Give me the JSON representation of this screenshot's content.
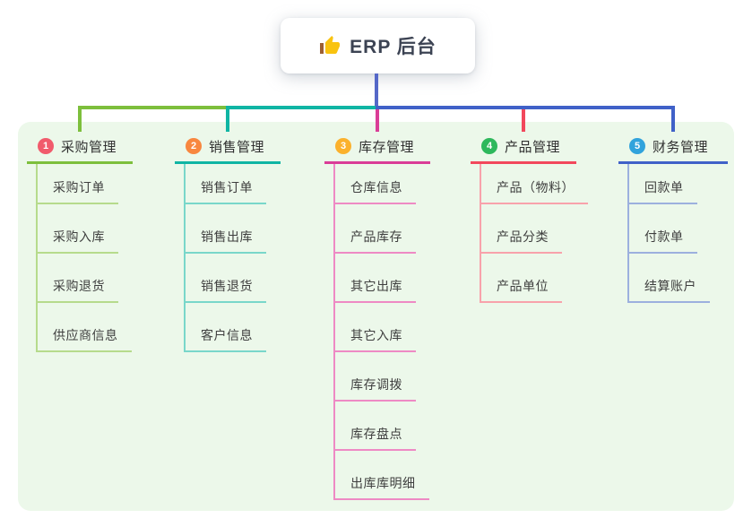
{
  "root": {
    "title": "ERP 后台",
    "icon": "thumbs-up-icon",
    "icon_colors": {
      "hand": "#f9c30f",
      "cuff": "#9c5f33"
    },
    "connector_color": "#5568c8"
  },
  "panel": {
    "background": "#ecf8ea"
  },
  "branches": [
    {
      "badge": "1",
      "label": "采购管理",
      "badge_color": "#f15b6c",
      "line_color": "#7dbf3c",
      "child_line_color": "#b6db8c",
      "children": [
        "采购订单",
        "采购入库",
        "采购退货",
        "供应商信息"
      ]
    },
    {
      "badge": "2",
      "label": "销售管理",
      "badge_color": "#f8873f",
      "line_color": "#10b5a4",
      "child_line_color": "#79d7ca",
      "children": [
        "销售订单",
        "销售出库",
        "销售退货",
        "客户信息"
      ]
    },
    {
      "badge": "3",
      "label": "库存管理",
      "badge_color": "#fbb12c",
      "line_color": "#da3d97",
      "child_line_color": "#ee8ac4",
      "children": [
        "仓库信息",
        "产品库存",
        "其它出库",
        "其它入库",
        "库存调拨",
        "库存盘点",
        "出库库明细"
      ]
    },
    {
      "badge": "4",
      "label": "产品管理",
      "badge_color": "#2eb85c",
      "line_color": "#f2485c",
      "child_line_color": "#f8a2ab",
      "children": [
        "产品（物料）",
        "产品分类",
        "产品单位"
      ]
    },
    {
      "badge": "5",
      "label": "财务管理",
      "badge_color": "#31a3dc",
      "line_color": "#4061c8",
      "child_line_color": "#9cb0de",
      "children": [
        "回款单",
        "付款单",
        "结算账户"
      ]
    }
  ]
}
